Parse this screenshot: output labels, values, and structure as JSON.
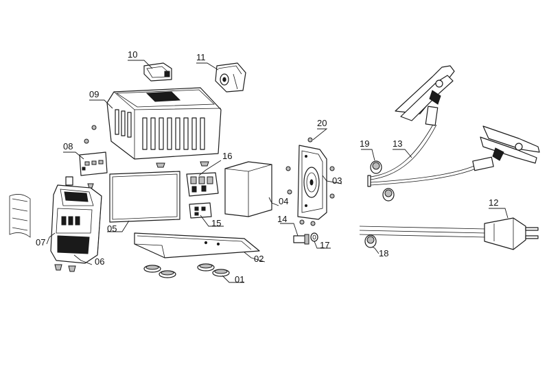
{
  "labels": {
    "p01": "01",
    "p02": "02",
    "p03": "03",
    "p04": "04",
    "p05": "05",
    "p06": "06",
    "p07": "07",
    "p08": "08",
    "p09": "09",
    "p10": "10",
    "p11": "11",
    "p12": "12",
    "p13": "13",
    "p14": "14",
    "p15": "15",
    "p16": "16",
    "p17": "17",
    "p18": "18",
    "p19": "19",
    "p20": "20"
  }
}
